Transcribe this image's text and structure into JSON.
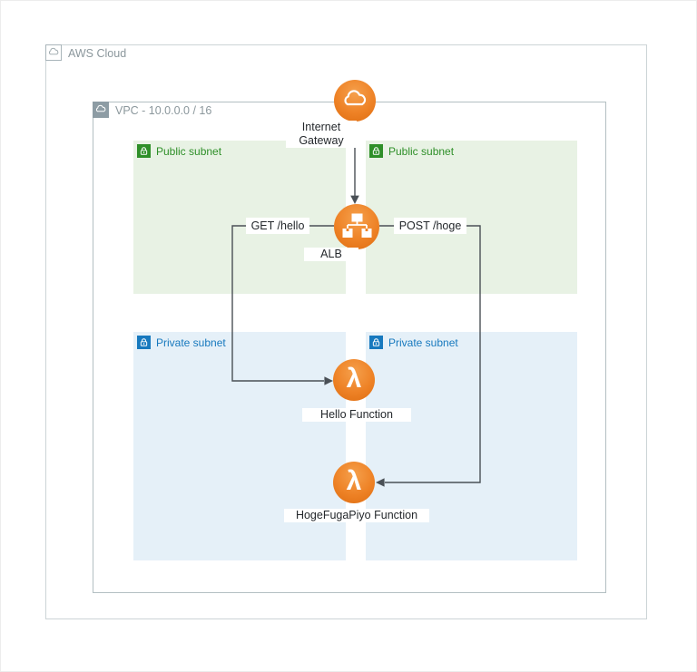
{
  "diagram": {
    "type": "aws-architecture",
    "aws_cloud": {
      "label": "AWS Cloud"
    },
    "vpc": {
      "label": "VPC - 10.0.0.0 / 16",
      "cidr": "10.0.0.0/16"
    },
    "subnets": [
      {
        "type": "public",
        "label": "Public subnet"
      },
      {
        "type": "public",
        "label": "Public subnet"
      },
      {
        "type": "private",
        "label": "Private subnet"
      },
      {
        "type": "private",
        "label": "Private subnet"
      }
    ],
    "nodes": [
      {
        "id": "internet-gateway",
        "service": "internet-gateway",
        "label": "Internet Gateway"
      },
      {
        "id": "alb",
        "service": "application-load-balancer",
        "label": "ALB"
      },
      {
        "id": "hello-function",
        "service": "lambda",
        "label": "Hello Function"
      },
      {
        "id": "hogefugapiyo-function",
        "service": "lambda",
        "label": "HogeFugaPiyo Function"
      }
    ],
    "edges": [
      {
        "from": "internet-gateway",
        "to": "alb",
        "label": ""
      },
      {
        "from": "alb",
        "to": "hello-function",
        "label": "GET /hello"
      },
      {
        "from": "alb",
        "to": "hogefugapiyo-function",
        "label": "POST /hoge"
      }
    ],
    "colors": {
      "aws_orange": "#EE8226",
      "public_subnet_fill": "#E8F2E4",
      "private_subnet_fill": "#E5F0F8",
      "public_green": "#2E8F28",
      "private_blue": "#1779BE",
      "frame_border_gray": "#CCD4D6",
      "vpc_badge_gray": "#8D9CA4",
      "connector_gray": "#4A5056",
      "muted_label_gray": "#8B979C"
    }
  }
}
